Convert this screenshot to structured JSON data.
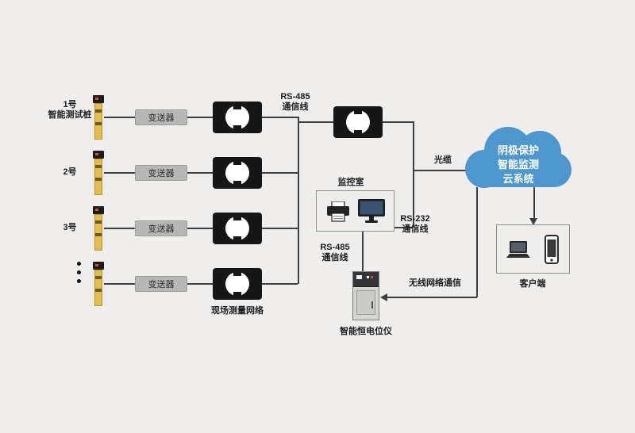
{
  "colors": {
    "background": "#efeeec",
    "cloud": "#4e97ce",
    "pile": "#e5bd4a",
    "coupler": "#161616",
    "transmitter": "#b7b7b5",
    "line": "#3f3f3f"
  },
  "piles": [
    {
      "label": "1号",
      "sublabel": "智能测试桩"
    },
    {
      "label": "2号"
    },
    {
      "label": "3号"
    },
    {
      "label": ""
    }
  ],
  "transmitter_label": "变送器",
  "field_network_label": "现场测量网络",
  "rs485_bus": {
    "line1": "RS-485",
    "line2": "通信线"
  },
  "optical_cable": "光缆",
  "monitoring_room": {
    "title": "监控室"
  },
  "rs232": {
    "line1": "RS-232",
    "line2": "通信线"
  },
  "rs485_drop": {
    "line1": "RS-485",
    "line2": "通信线"
  },
  "potentiostat_label": "智能恒电位仪",
  "cloud": {
    "line1": "阴极保护",
    "line2": "智能监测",
    "line3": "云系统"
  },
  "wireless_label": "无线网络通信",
  "client_label": "客户端"
}
